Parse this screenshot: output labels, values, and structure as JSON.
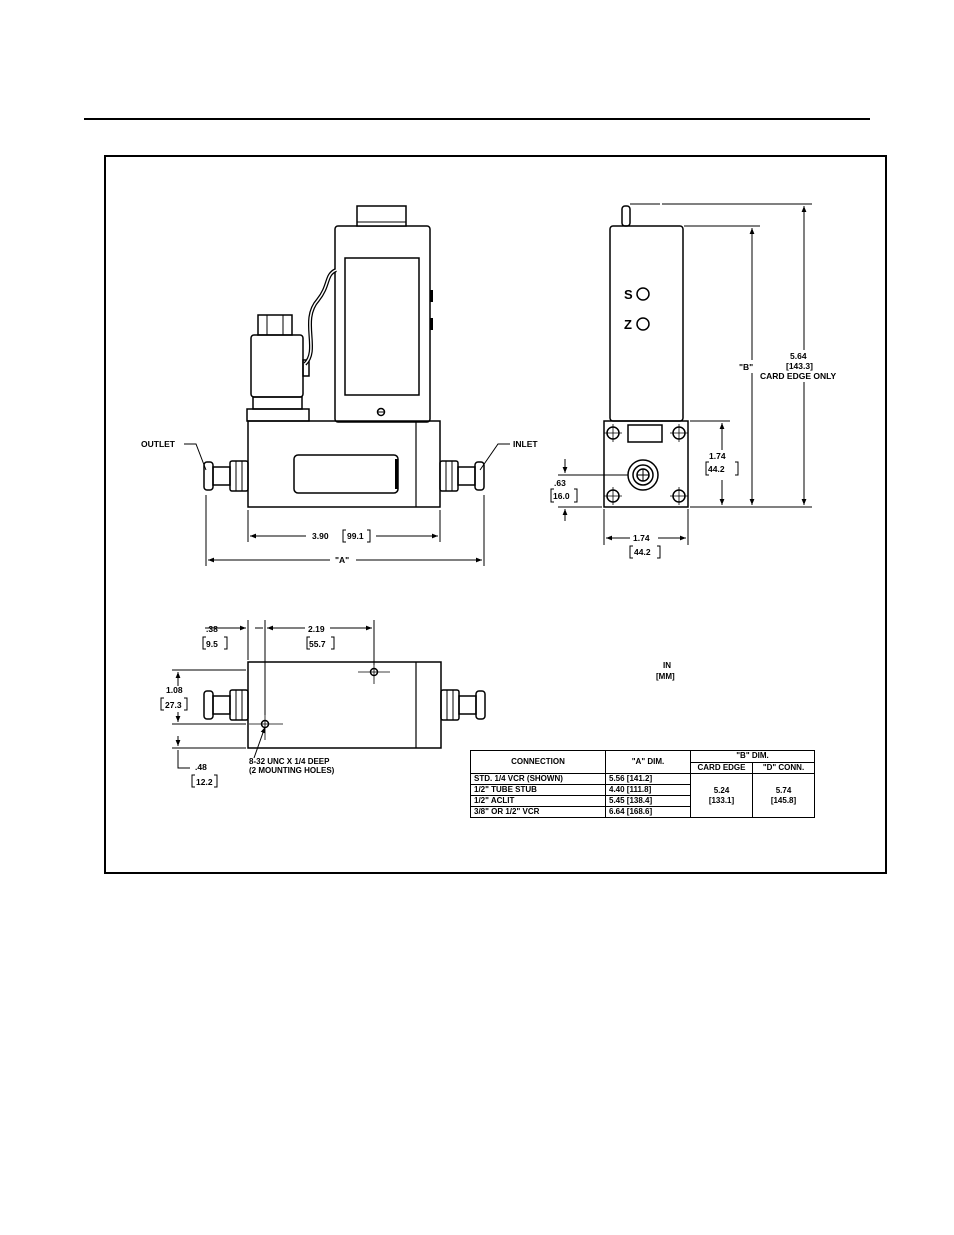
{
  "side_view": {
    "outlet_label": "OUTLET",
    "inlet_label": "INLET",
    "dim_body": "3.90",
    "dim_body_mm": "99.1",
    "dim_overall": "\"A\""
  },
  "end_view": {
    "s_label": "S",
    "z_label": "Z",
    "dim_b": "\"B\"",
    "dim_height": "5.64",
    "dim_height_mm": "[143.3]",
    "dim_height_note": "CARD EDGE ONLY",
    "dim_bolt_v": "1.74",
    "dim_bolt_v_mm": "44.2",
    "dim_port": ".63",
    "dim_port_mm": "16.0",
    "dim_bolt_h": "1.74",
    "dim_bolt_h_mm": "44.2"
  },
  "bottom_view": {
    "dim_offset": ".38",
    "dim_offset_mm": "9.5",
    "dim_spacing": "2.19",
    "dim_spacing_mm": "55.7",
    "dim_width": "1.08",
    "dim_width_mm": "27.3",
    "dim_edge": ".48",
    "dim_edge_mm": "12.2",
    "hole_note_1": "8-32 UNC X 1/4 DEEP",
    "hole_note_2": "(2 MOUNTING HOLES)"
  },
  "units": {
    "line1": "IN",
    "line2": "[MM]"
  },
  "table": {
    "col_connection": "CONNECTION",
    "col_a": "\"A\" DIM.",
    "col_b": "\"B\" DIM.",
    "col_card": "CARD EDGE",
    "col_dconn": "\"D\" CONN.",
    "rows": [
      {
        "connection": "STD. 1/4 VCR (SHOWN)",
        "a": "5.56 [141.2]"
      },
      {
        "connection": "1/2\" TUBE STUB",
        "a": "4.40 [111.8]"
      },
      {
        "connection": "1/2\" ACLIT",
        "a": "5.45 [138.4]"
      },
      {
        "connection": "3/8\" OR 1/2\" VCR",
        "a": "6.64 [168.6]"
      }
    ],
    "card_edge_value": "5.24",
    "card_edge_mm": "[133.1]",
    "dconn_value": "5.74",
    "dconn_mm": "[145.8]"
  }
}
